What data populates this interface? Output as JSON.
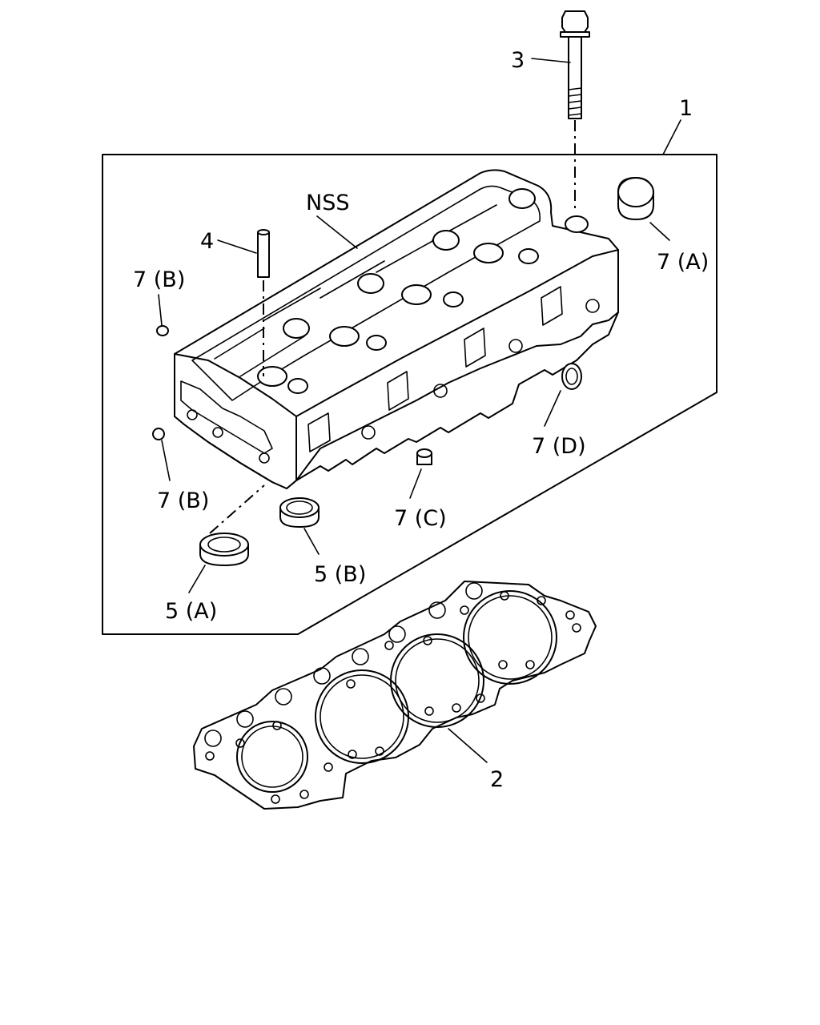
{
  "labels": {
    "l1": "1",
    "l2": "2",
    "l3": "3",
    "l4": "4",
    "l5a": "5 (A)",
    "l5b": "5 (B)",
    "l7a": "7 (A)",
    "l7b_top": "7 (B)",
    "l7b_bottom": "7 (B)",
    "l7c": "7 (C)",
    "l7d": "7 (D)",
    "nss": "NSS"
  }
}
